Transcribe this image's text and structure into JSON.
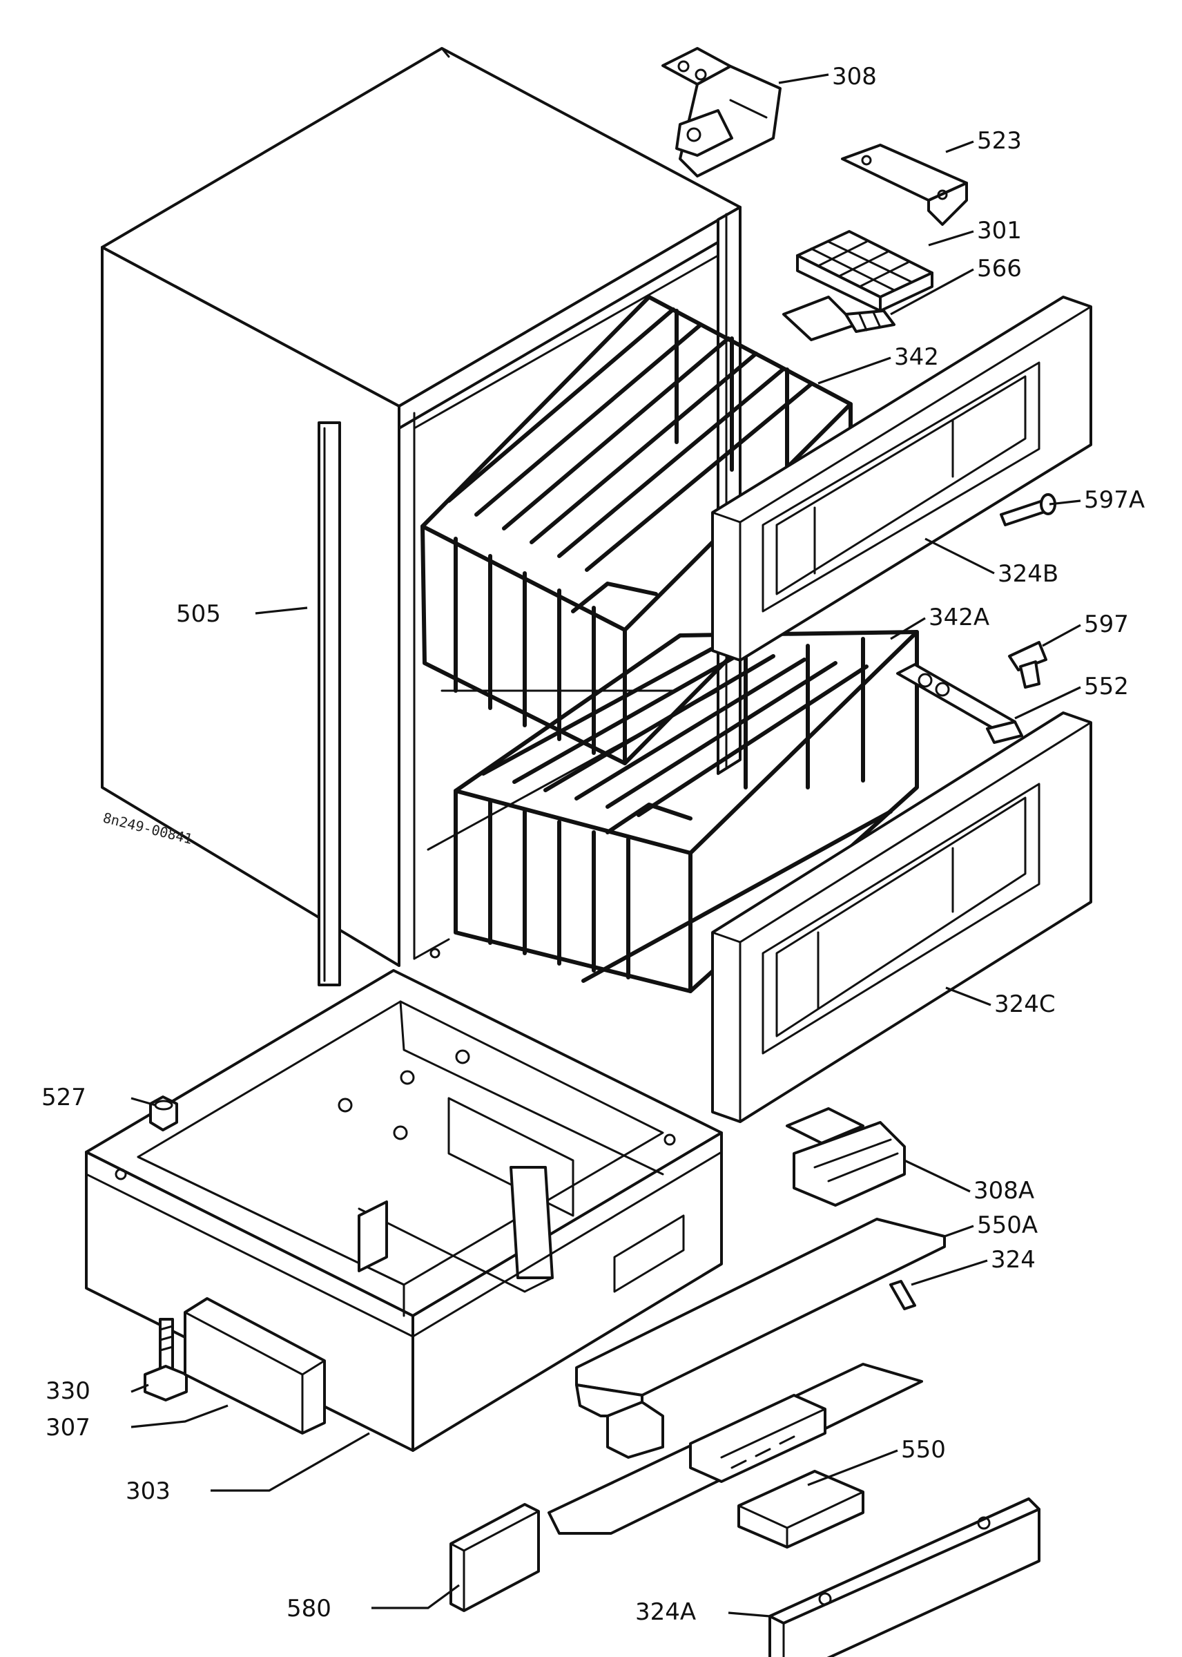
{
  "drawing": {
    "reference": "8n249-00841",
    "callouts": {
      "c308": "308",
      "c523": "523",
      "c301": "301",
      "c566": "566",
      "c342": "342",
      "c597A": "597A",
      "c324B": "324B",
      "c505": "505",
      "c342A": "342A",
      "c597": "597",
      "c552": "552",
      "c324C": "324C",
      "c527": "527",
      "c308A": "308A",
      "c550A": "550A",
      "c324": "324",
      "c330": "330",
      "c550": "550",
      "c307": "307",
      "c303": "303",
      "c580": "580",
      "c324A": "324A"
    }
  }
}
